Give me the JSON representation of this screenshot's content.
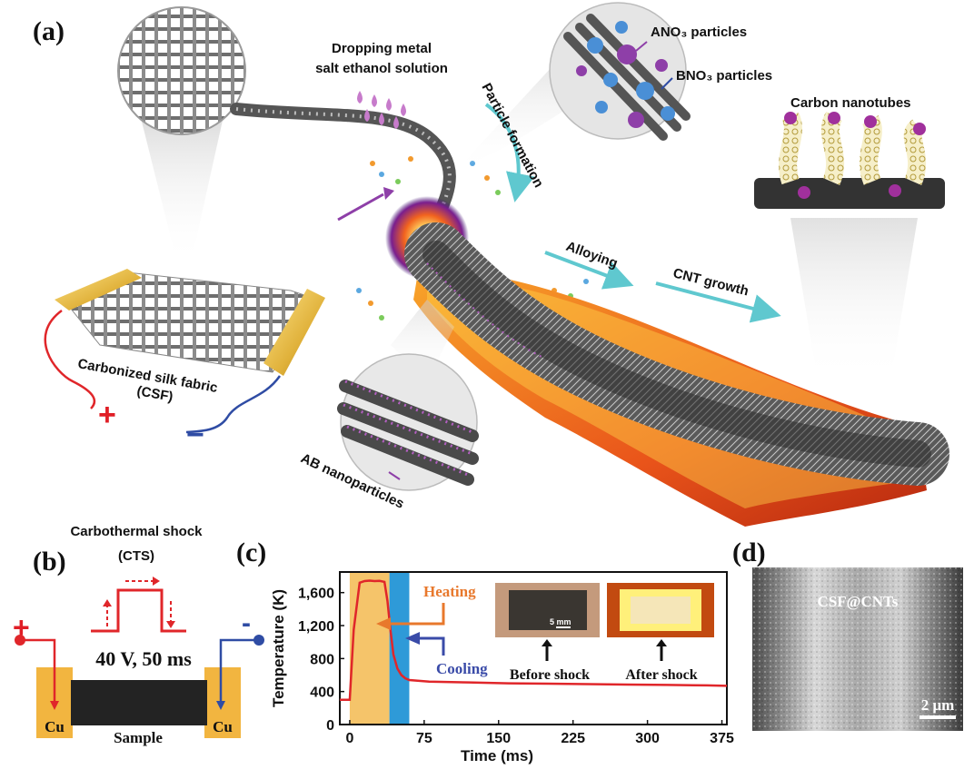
{
  "panel_a": {
    "label": "(a)",
    "dropping_line1": "Dropping metal",
    "dropping_line2": "salt ethanol solution",
    "ano3": "ANO₃ particles",
    "bno3": "BNO₃ particles",
    "carbon_nanotubes": "Carbon nanotubes",
    "particle_formation": "Particle formation",
    "alloying": "Alloying",
    "cnt_growth": "CNT growth",
    "csf_line1": "Carbonized silk fabric",
    "csf_line2": "(CSF)",
    "plus": "+",
    "minus": "−",
    "ab_nanoparticles": "AB nanoparticles"
  },
  "panel_b": {
    "label": "(b)",
    "title_line1": "Carbothermal shock",
    "title_line2": "(CTS)",
    "plus": "+",
    "minus": "-",
    "pulse": "40 V, 50 ms",
    "cu_left": "Cu",
    "cu_right": "Cu",
    "sample": "Sample"
  },
  "panel_c": {
    "label": "(c)",
    "heating": "Heating",
    "cooling": "Cooling",
    "before": "Before shock",
    "after": "After shock",
    "scale": "5 mm"
  },
  "panel_d": {
    "label": "(d)",
    "sample_name": "CSF@CNTs",
    "scale": "2 μm"
  },
  "colors": {
    "heating_band": "#F5C46A",
    "cooling_band": "#2E9AD8",
    "curve": "#E0262A",
    "heating_text": "#E8782C",
    "cooling_text": "#3A4BA8",
    "plus": "#E01E26",
    "minus": "#2F4CA4",
    "copper": "#F2B540"
  },
  "chart_data": {
    "type": "line",
    "xlabel": "Time (ms)",
    "ylabel": "Temperature (K)",
    "xlim": [
      -10,
      380
    ],
    "ylim": [
      0,
      1850
    ],
    "xticks": [
      "0",
      "75",
      "150",
      "225",
      "300",
      "375"
    ],
    "yticks": [
      "0",
      "400",
      "800",
      "1,200",
      "1,600"
    ],
    "x": [
      -10,
      0,
      4,
      10,
      15,
      20,
      25,
      30,
      35,
      38,
      41,
      44,
      48,
      52,
      56,
      60,
      80,
      120,
      160,
      200,
      240,
      280,
      320,
      360,
      380
    ],
    "y": [
      300,
      300,
      1150,
      1720,
      1740,
      1745,
      1740,
      1742,
      1730,
      1500,
      1150,
      850,
      680,
      600,
      560,
      540,
      520,
      510,
      500,
      495,
      490,
      485,
      480,
      475,
      470
    ],
    "heating_range": [
      0,
      40
    ],
    "cooling_range": [
      40,
      60
    ]
  }
}
